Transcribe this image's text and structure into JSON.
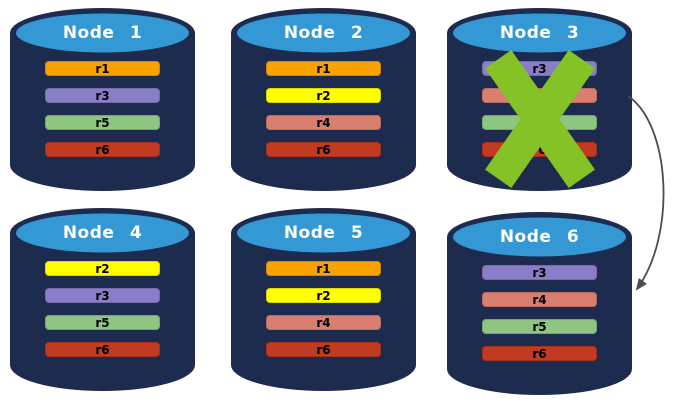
{
  "diagram": {
    "description": "Six database nodes holding colored replica bars; Node 3 is crossed out with a green X and an arrow points from Node 3 to Node 6",
    "colors": {
      "cylinder_body": "#1D2B4F",
      "cylinder_top": "#3398D4",
      "title_text": "#FFFFFF",
      "bar_text": "#000000",
      "x_mark": "#84C225",
      "arrow": "#4D4D4D"
    },
    "nodes": [
      {
        "label": "Node 1",
        "failed": false,
        "replicas": [
          {
            "name": "r1",
            "color": "#F9A201"
          },
          {
            "name": "r3",
            "color": "#8B7EC8"
          },
          {
            "name": "r5",
            "color": "#8FC583"
          },
          {
            "name": "r6",
            "color": "#C13A22"
          }
        ]
      },
      {
        "label": "Node 2",
        "failed": false,
        "replicas": [
          {
            "name": "r1",
            "color": "#F9A201"
          },
          {
            "name": "r2",
            "color": "#FFFF00"
          },
          {
            "name": "r4",
            "color": "#D97F70"
          },
          {
            "name": "r6",
            "color": "#C13A22"
          }
        ]
      },
      {
        "label": "Node 3",
        "failed": true,
        "replicas": [
          {
            "name": "r3",
            "color": "#8B7EC8"
          },
          {
            "name": "r4",
            "color": "#D97F70"
          },
          {
            "name": "r5",
            "color": "#8FC583"
          },
          {
            "name": "r6",
            "color": "#C13A22"
          }
        ]
      },
      {
        "label": "Node 4",
        "failed": false,
        "replicas": [
          {
            "name": "r2",
            "color": "#FFFF00"
          },
          {
            "name": "r3",
            "color": "#8B7EC8"
          },
          {
            "name": "r5",
            "color": "#8FC583"
          },
          {
            "name": "r6",
            "color": "#C13A22"
          }
        ]
      },
      {
        "label": "Node 5",
        "failed": false,
        "replicas": [
          {
            "name": "r1",
            "color": "#F9A201"
          },
          {
            "name": "r2",
            "color": "#FFFF00"
          },
          {
            "name": "r4",
            "color": "#D97F70"
          },
          {
            "name": "r6",
            "color": "#C13A22"
          }
        ]
      },
      {
        "label": "Node 6",
        "failed": false,
        "replicas": [
          {
            "name": "r3",
            "color": "#8B7EC8"
          },
          {
            "name": "r4",
            "color": "#D97F70"
          },
          {
            "name": "r5",
            "color": "#8FC583"
          },
          {
            "name": "r6",
            "color": "#C13A22"
          }
        ]
      }
    ],
    "arrow": {
      "from": "Node 3",
      "to": "Node 6"
    }
  }
}
